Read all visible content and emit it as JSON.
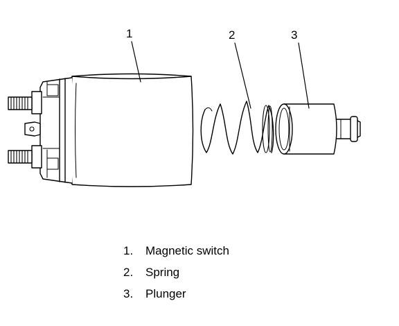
{
  "callouts": [
    {
      "num": "1"
    },
    {
      "num": "2"
    },
    {
      "num": "3"
    }
  ],
  "legend": [
    {
      "num": "1.",
      "label": "Magnetic switch"
    },
    {
      "num": "2.",
      "label": "Spring"
    },
    {
      "num": "3.",
      "label": "Plunger"
    }
  ],
  "colors": {
    "line": "#000000",
    "background": "#ffffff"
  }
}
